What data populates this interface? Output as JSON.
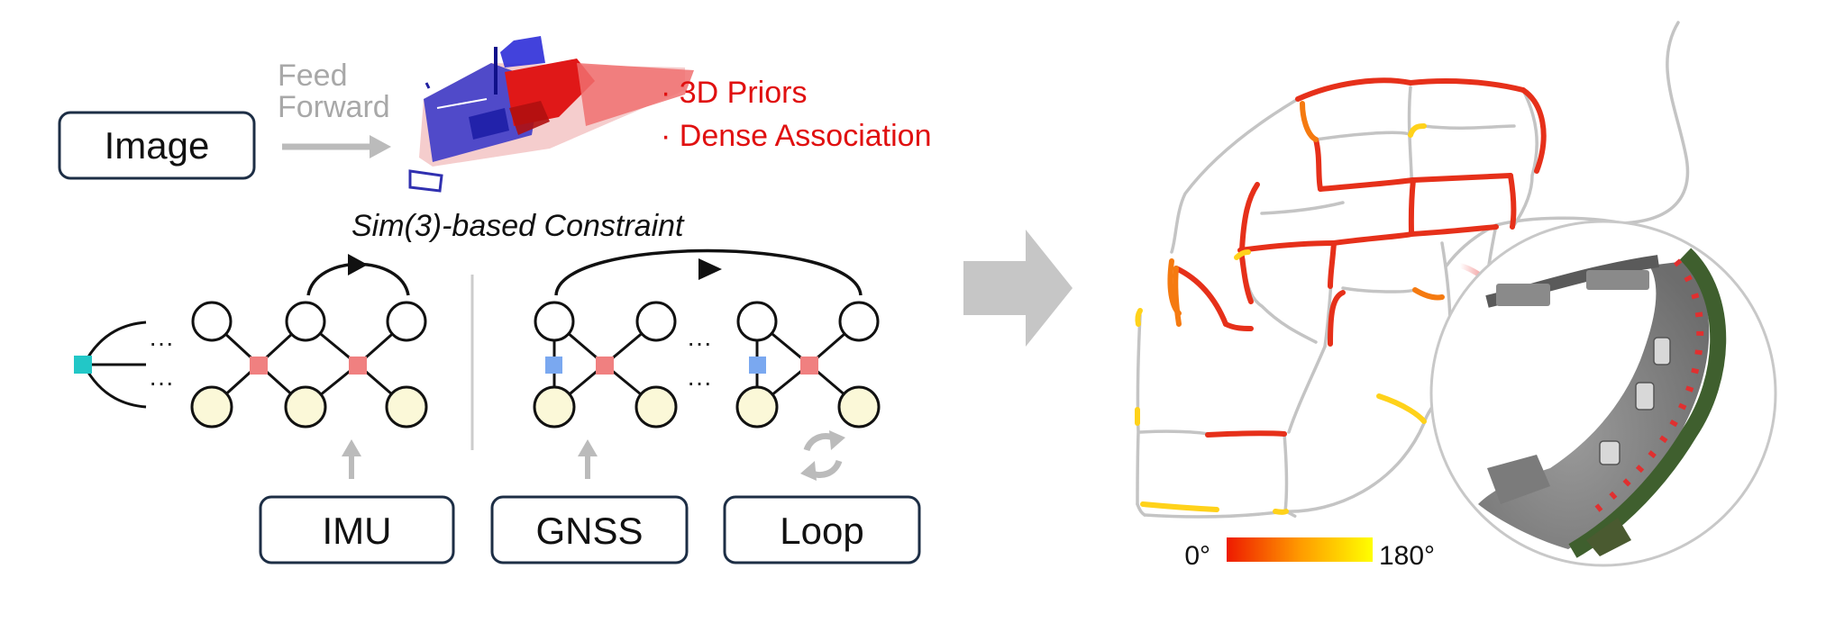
{
  "input": {
    "image_label": "Image"
  },
  "feed_forward": {
    "line1": "Feed",
    "line2": "Forward"
  },
  "priors": {
    "item1": "· 3D Priors",
    "item2": "· Dense Association"
  },
  "constraint_title": "Sim(3)-based Constraint",
  "ellipsis": "···",
  "sensors": {
    "imu": "IMU",
    "gnss": "GNSS",
    "loop": "Loop"
  },
  "colorbar": {
    "min_label": "0°",
    "max_label": "180°"
  },
  "colors": {
    "box_border": "#1d2e45",
    "node_fill": "#fbf8d8",
    "factor_red": "#f08080",
    "factor_blue": "#7aa8f0",
    "prior_cyan": "#22c7c7",
    "arrow_gray": "#bbbbbb",
    "text_red": "#e01010",
    "road_gray": "#c4c4c4"
  }
}
